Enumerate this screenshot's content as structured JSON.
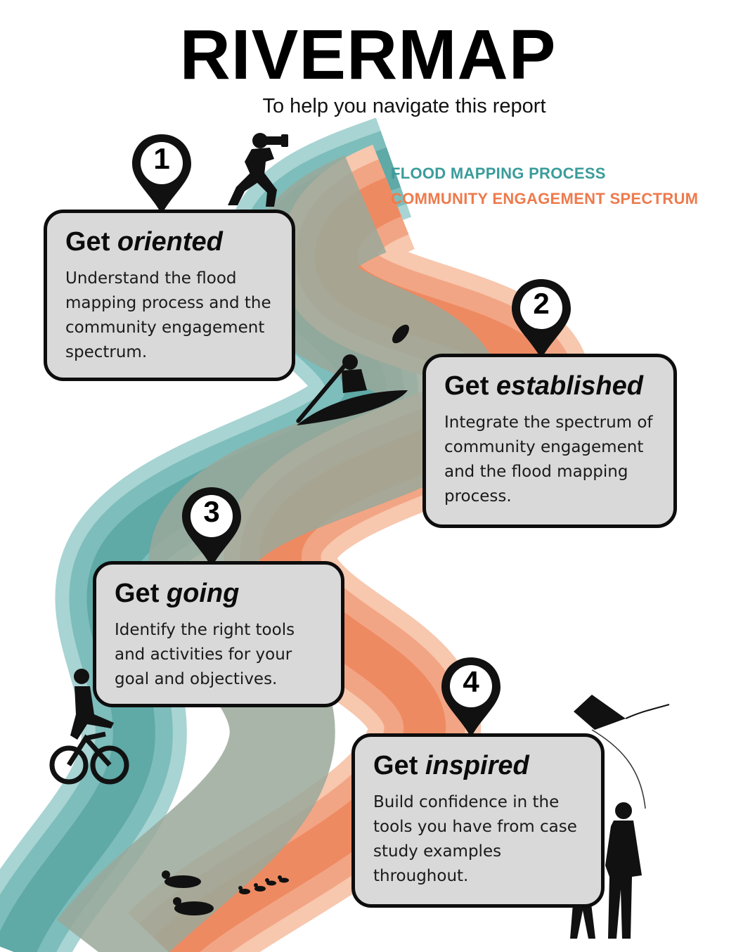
{
  "title": "RIVERMAP",
  "subtitle": "To help you navigate this report",
  "legend": {
    "flood_label": "FLOOD MAPPING PROCESS",
    "community_label": "COMMUNITY ENGAGEMENT SPECTRUM",
    "flood_color": "#3a9c9a",
    "community_color": "#ee7a4c"
  },
  "steps": [
    {
      "number": "1",
      "title_prefix": "Get",
      "title_emphasis": "oriented",
      "description": "Understand the flood mapping process and the community engagement spectrum."
    },
    {
      "number": "2",
      "title_prefix": "Get",
      "title_emphasis": "established",
      "description": "Integrate the spectrum of community engagement and the flood mapping process."
    },
    {
      "number": "3",
      "title_prefix": "Get",
      "title_emphasis": "going",
      "description": "Identify the right tools and activities for your goal and objectives."
    },
    {
      "number": "4",
      "title_prefix": "Get",
      "title_emphasis": "inspired",
      "description": "Build confidence in the tools you have from case study examples throughout."
    }
  ],
  "icons": [
    "photographer-icon",
    "kayaker-icon",
    "cyclist-icon",
    "ducks-icon",
    "kite-icon",
    "parent-child-icon",
    "map-pin-icon"
  ]
}
